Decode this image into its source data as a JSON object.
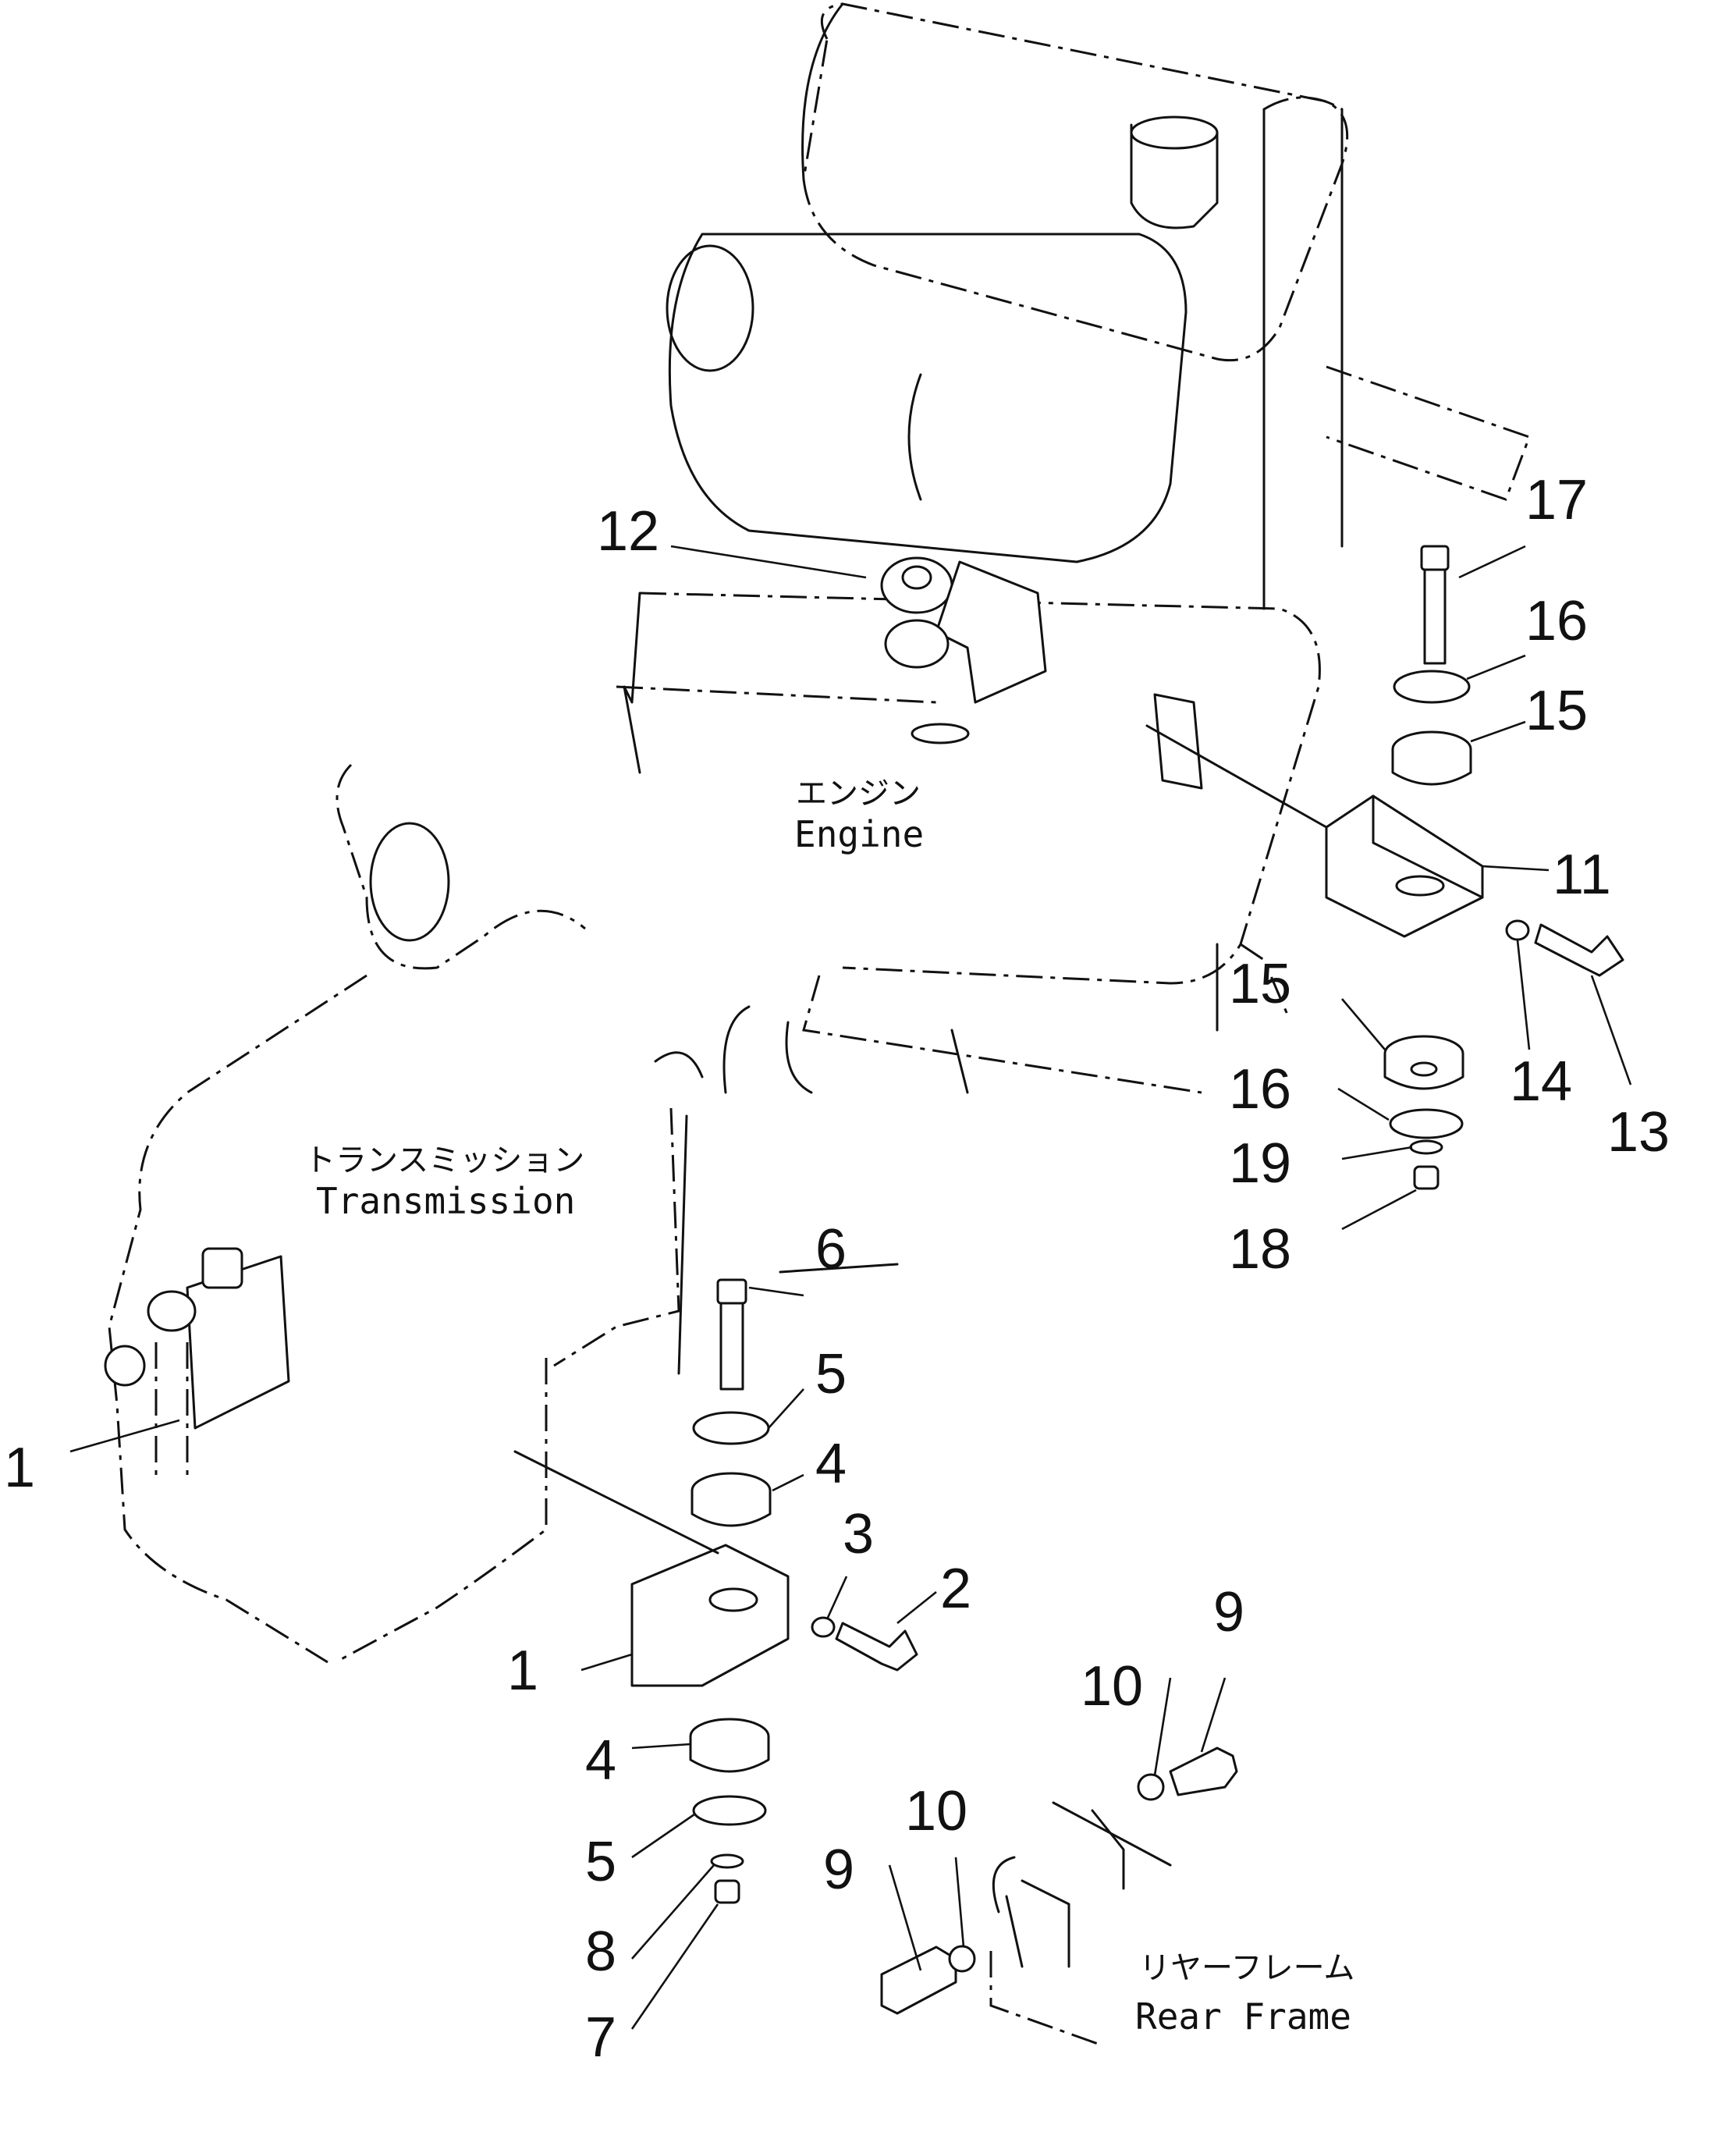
{
  "labels": {
    "engine_jp": "エンジン",
    "engine_en": "Engine",
    "transmission_jp": "トランスミッション",
    "transmission_en": "Transmission",
    "rear_frame_jp": "リヤーフレーム",
    "rear_frame_en": "Rear Frame"
  },
  "callouts": {
    "c17": "17",
    "c16a": "16",
    "c15a": "15",
    "c11": "11",
    "c15b": "15",
    "c14": "14",
    "c13": "13",
    "c16b": "16",
    "c19": "19",
    "c18": "18",
    "c12": "12",
    "c6": "6",
    "c5a": "5",
    "c4a": "4",
    "c3": "3",
    "c2": "2",
    "c1a": "1",
    "c1b": "1",
    "c4b": "4",
    "c5b": "5",
    "c8": "8",
    "c7": "7",
    "c9a": "9",
    "c10a": "10",
    "c9b": "9",
    "c10b": "10"
  }
}
